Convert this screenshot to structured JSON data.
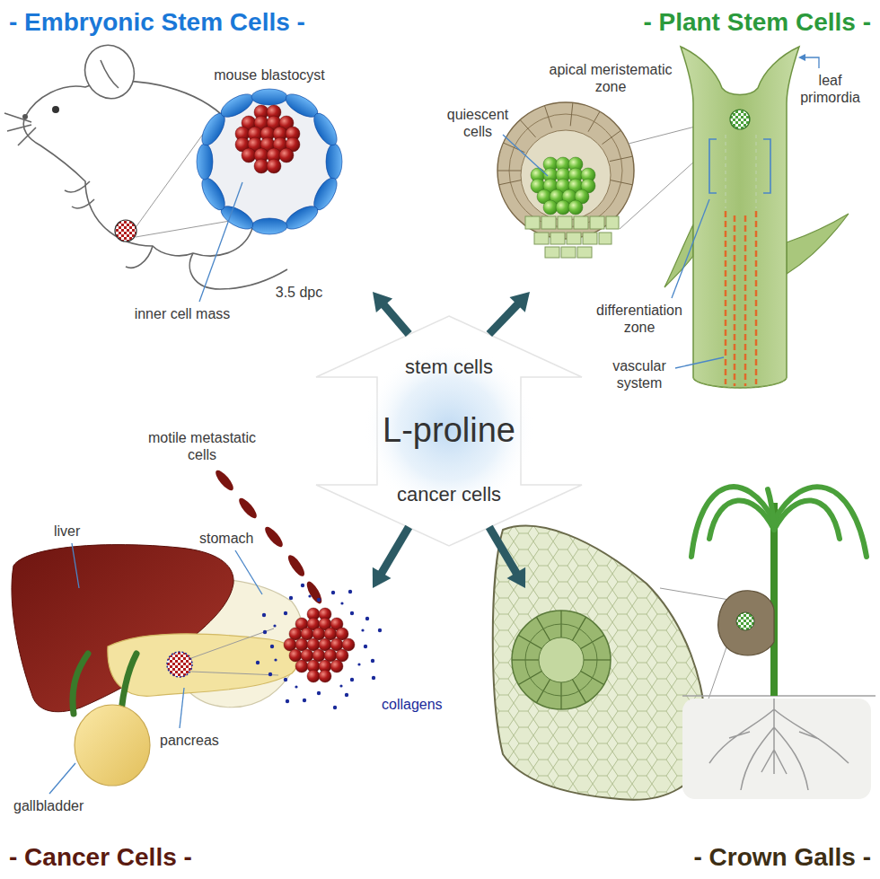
{
  "diagram": {
    "nodes": [
      {
        "text": [
          "- Embryonic Stem Cells -"
        ]
      },
      {
        "text": [
          "- Plant Stem Cells -"
        ]
      },
      {
        "text": [
          "stem cells",
          "L-proline",
          "cancer cells"
        ]
      },
      {
        "text": [
          "- Cancer Cells -"
        ]
      },
      {
        "text": [
          "- Crown Galls -"
        ]
      }
    ],
    "edges": [
      {
        "from": 2,
        "to": 0,
        "arrow": "to"
      },
      {
        "from": 2,
        "to": 1,
        "arrow": "to"
      },
      {
        "from": 2,
        "to": 3,
        "arrow": "to"
      },
      {
        "from": 2,
        "to": 4,
        "arrow": "to"
      }
    ],
    "labels": [
      "mouse blastocyst",
      "apical meristematic zone",
      "quiescent cells",
      "leaf primordia",
      "3.5 dpc",
      "inner cell mass",
      "differentiation zone",
      "vascular system",
      "motile metastatic cells",
      "liver",
      "stomach",
      "collagens",
      "pancreas",
      "gallbladder"
    ]
  }
}
